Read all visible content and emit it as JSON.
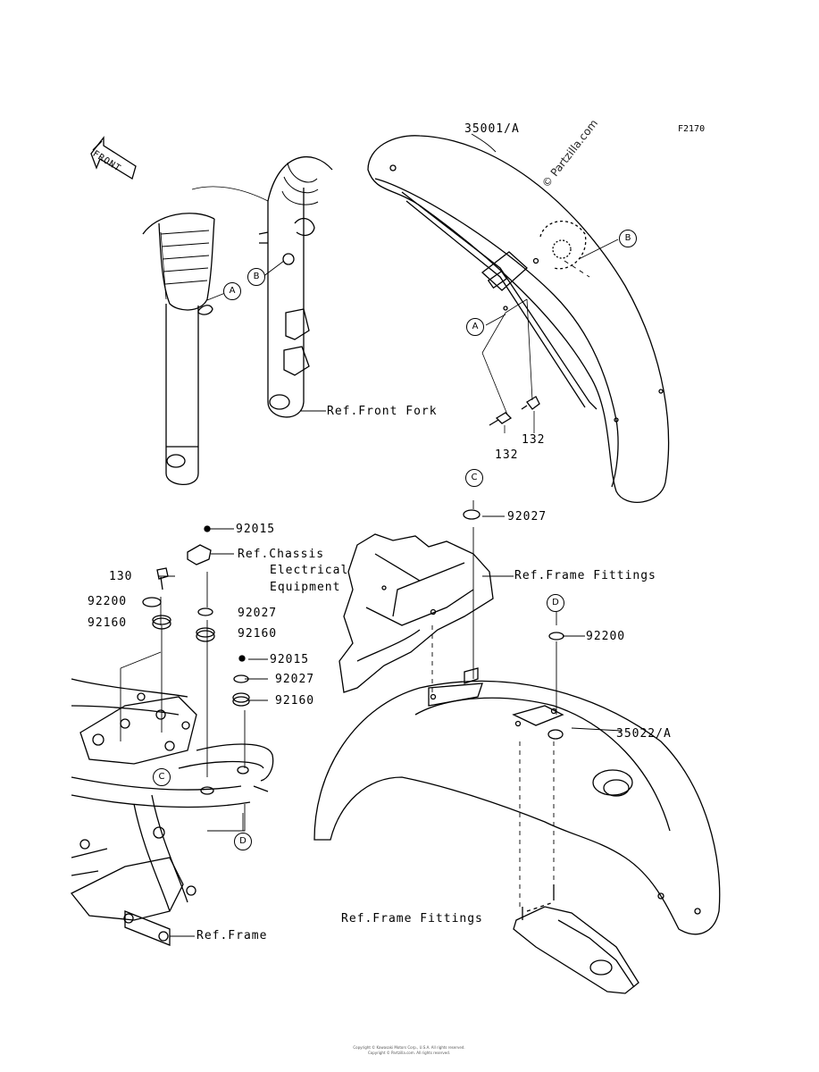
{
  "figure_code": "F2170",
  "watermark": "© Partzilla.com",
  "front_label": "FRONT",
  "callouts": {
    "A": "A",
    "B": "B",
    "C": "C",
    "D": "D"
  },
  "parts": {
    "front_fender": "35001/A",
    "rear_fender": "35022/A",
    "bolt_132": "132",
    "bolt_130": "130",
    "nut_92015": "92015",
    "nut_92027": "92027",
    "washer_92200": "92200",
    "damper_92160": "92160"
  },
  "refs": {
    "front_fork": "Ref.Front Fork",
    "chassis_1": "Ref.Chassis",
    "chassis_2": "Electrical",
    "chassis_3": "Equipment",
    "frame_fittings": "Ref.Frame Fittings",
    "frame": "Ref.Frame"
  },
  "footer": {
    "line1": "Copyright © Kawasaki Motors Corp., U.S.A. All rights reserved.",
    "line2": "Copyright © Partzilla.com. All rights reserved."
  }
}
